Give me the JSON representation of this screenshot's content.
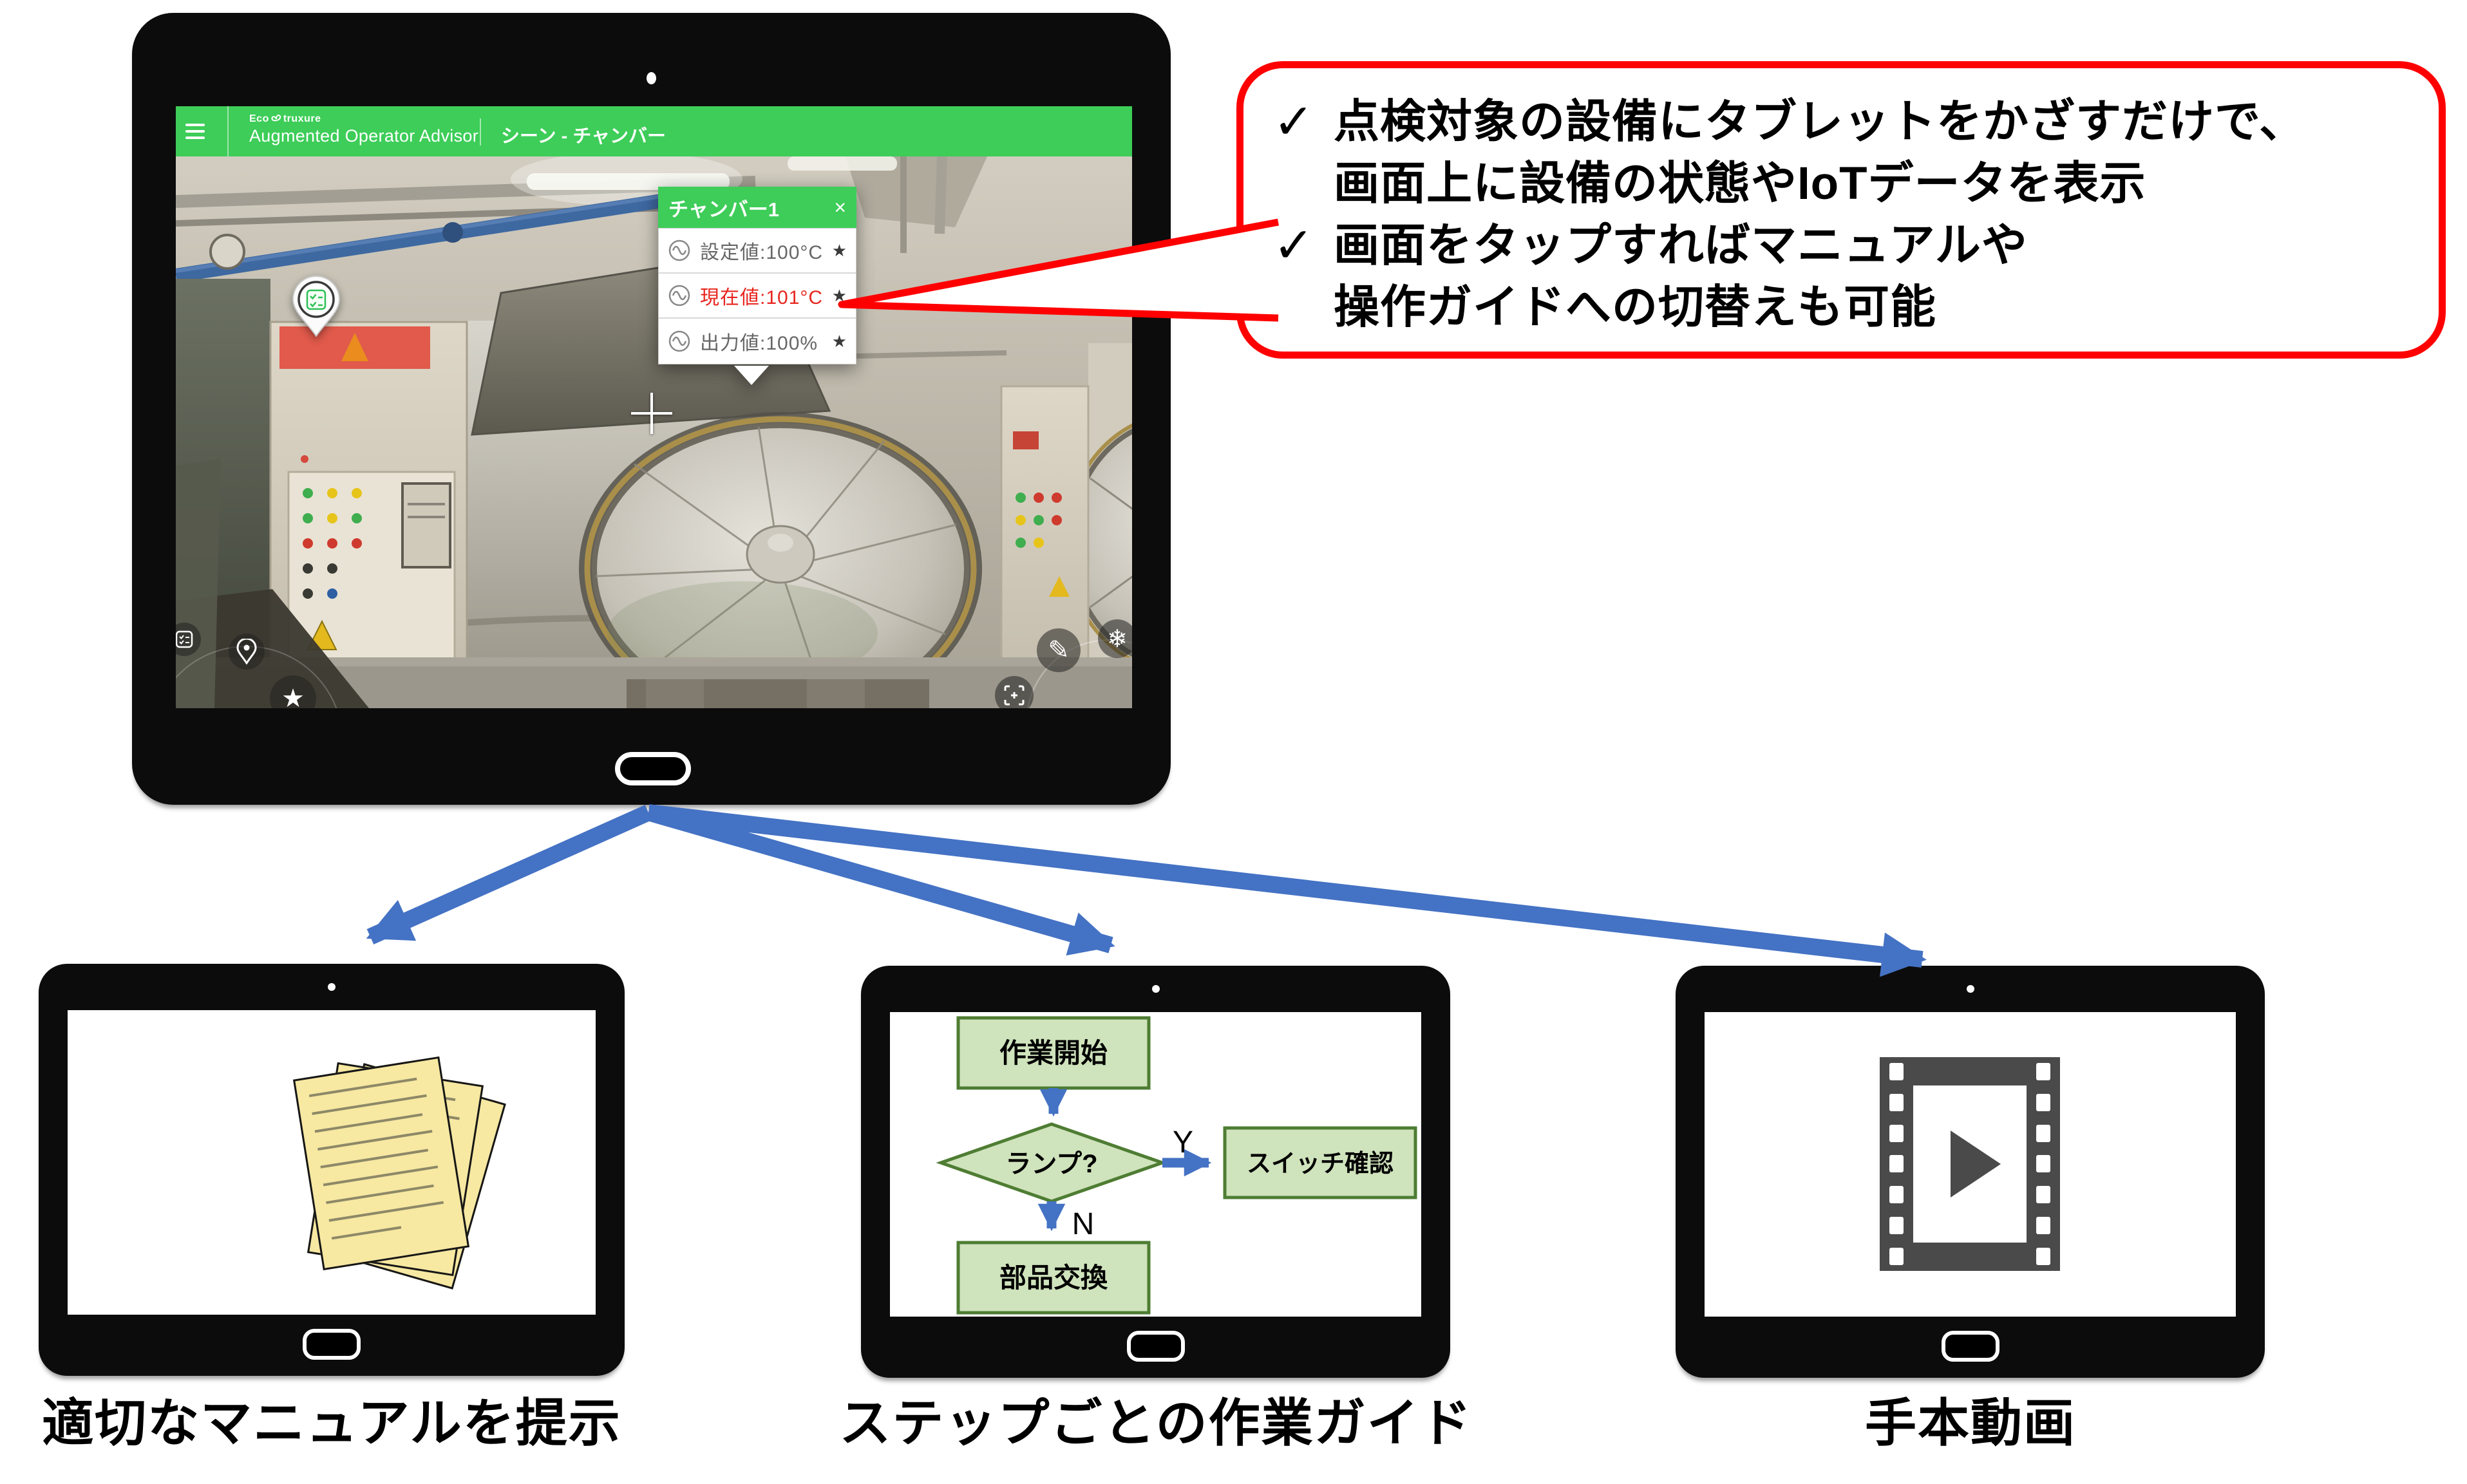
{
  "colors": {
    "schneider_green": "#3dcd58",
    "alert_red": "#e8251e",
    "callout_border_red": "#ff0000",
    "arrow_blue": "#4472c4",
    "flowchart_fill": "#cfe3bc",
    "flowchart_border": "#4e7d33",
    "paper_yellow": "#f7e8a2",
    "film_gray": "#4a4a4a"
  },
  "icons": {
    "hamburger": "≡",
    "close": "×",
    "star": "★",
    "check": "✓",
    "pencil": "✎",
    "snowflake": "❄",
    "location_pin": "pin",
    "checklist": "checklist",
    "capture_frame": "frame-plus",
    "trend_wave": "sine-wave",
    "play": "▶"
  },
  "main_tablet": {
    "header": {
      "logo_prefix": "Eco",
      "logo_suffix": "truxure",
      "app_title": "Augmented Operator Advisor",
      "scene_title": "シーン - チャンバー"
    },
    "popup": {
      "title": "チャンバー1",
      "close": "×",
      "star": "★",
      "rows": [
        {
          "label": "設定値:100°C",
          "alert": false
        },
        {
          "label": "現在値:101°C",
          "alert": true
        },
        {
          "label": "出力値:100%",
          "alert": false
        }
      ]
    }
  },
  "callout": {
    "check": "✓",
    "items": [
      {
        "line1": "点検対象の設備にタブレットをかざすだけで、",
        "line2": "画面上に設備の状態やIoTデータを表示"
      },
      {
        "line1": "画面をタップすればマニュアルや",
        "line2": "操作ガイドへの切替えも可能"
      }
    ]
  },
  "flowchart": {
    "start": "作業開始",
    "decision": "ランプ?",
    "yes_label": "Y",
    "no_label": "N",
    "yes_action": "スイッチ確認",
    "no_action": "部品交換"
  },
  "captions": {
    "manual": "適切なマニュアルを提示",
    "guide": "ステップごとの作業ガイド",
    "video": "手本動画"
  }
}
